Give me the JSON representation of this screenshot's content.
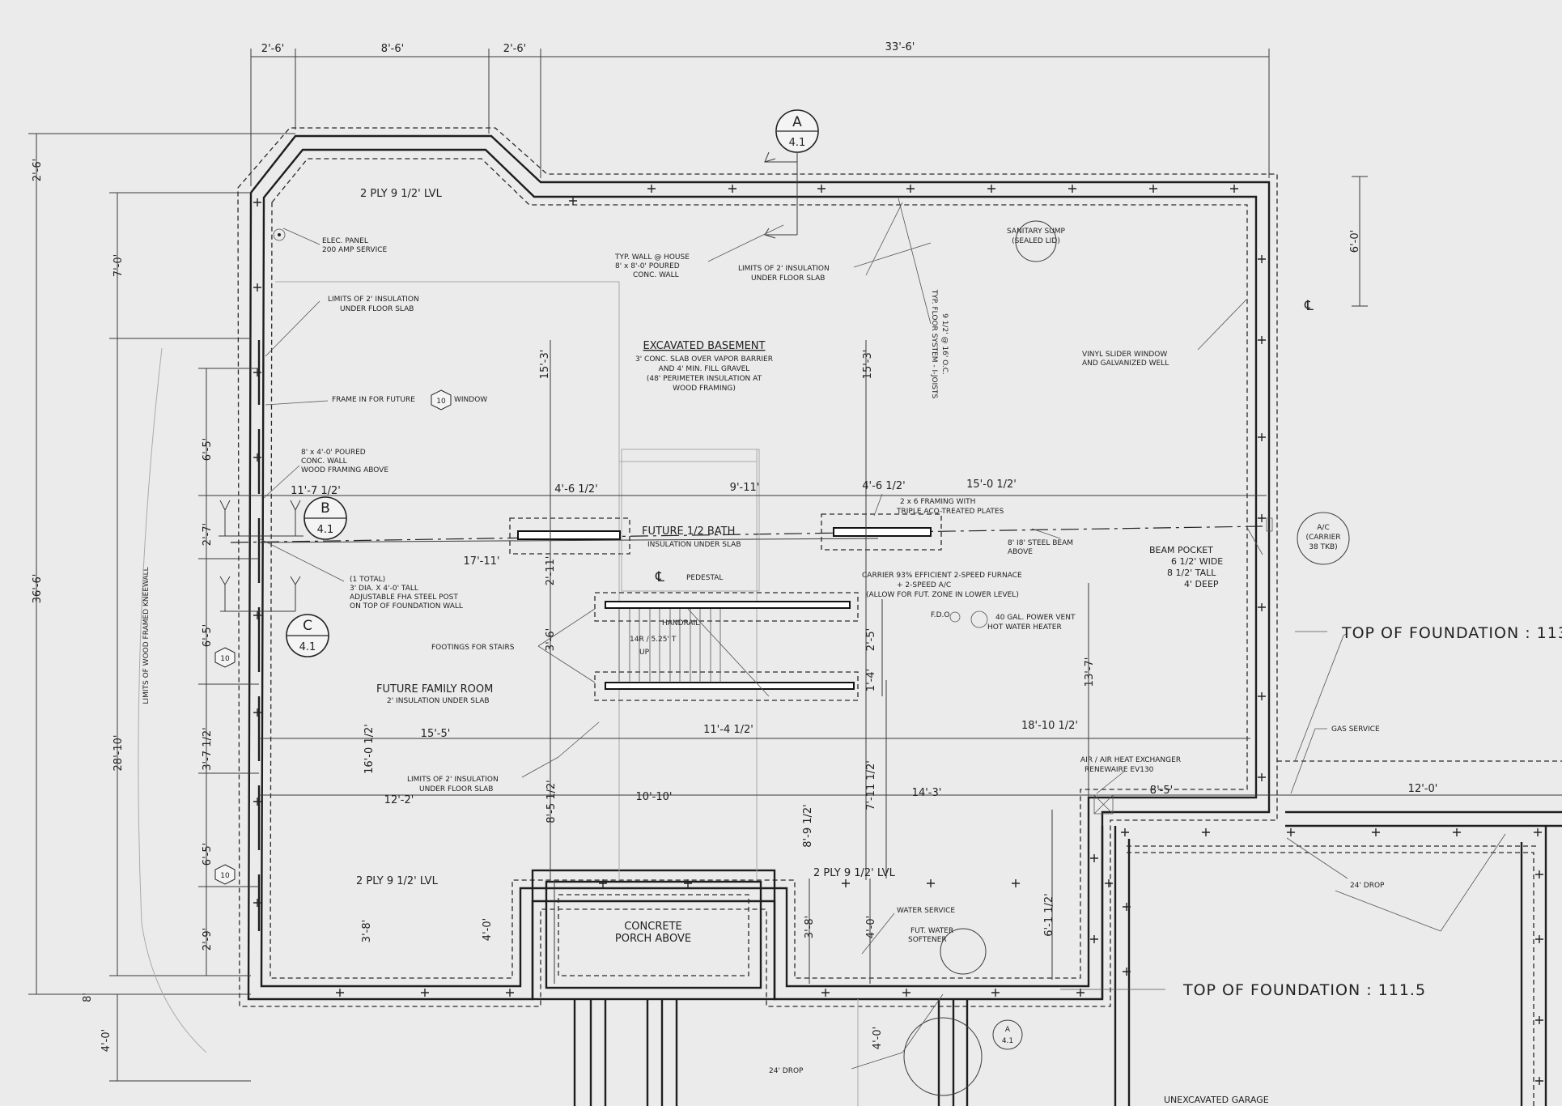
{
  "dimensions": {
    "top_2_6_left": "2'-6'",
    "top_8_6": "8'-6'",
    "top_2_6_right": "2'-6'",
    "overall_width": "33'-6'",
    "left_2_6": "2'-6'",
    "left_7_0": "7'-0'",
    "overall_depth": "36'-6'",
    "left_28_10": "28'-10'",
    "left_6_5_a": "6'-5'",
    "left_2_7": "2'-7'",
    "left_6_5_b": "6'-5'",
    "left_3_7": "3'-7 1/2'",
    "left_6_5_c": "6'-5'",
    "left_2_9": "2'-9'",
    "left_8": "8'",
    "left_4_0": "4'-0'",
    "right_6_0": "6'-0'",
    "row1_11_7": "11'-7 1/2'",
    "row1_4_6": "4'-6 1/2'",
    "row1_9_11": "9'-11'",
    "row1_4_6b": "4'-6 1/2'",
    "row1_15_0": "15'-0 1/2'",
    "row2_17_11": "17'-11'",
    "vert_15_3a": "15'-3'",
    "vert_15_3b": "15'-3'",
    "vert_2_11": "2'-11'",
    "vert_3_6": "3'-6'",
    "vert_2_5": "2'-5'",
    "vert_1_4": "1'-4'",
    "vert_13_7": "13'-7'",
    "vert_16_0": "16'-0 1/2'",
    "row3_15_5": "15'-5'",
    "row3_11_4": "11'-4 1/2'",
    "row3_18_10": "18'-10 1/2'",
    "row4_12_2": "12'-2'",
    "row4_10_10": "10'-10'",
    "row4_14_3": "14'-3'",
    "row4_8_5": "8'-5'",
    "row4_12_0": "12'-0'",
    "vert_8_5": "8'-5 1/2'",
    "vert_7_11": "7'-11 1/2'",
    "vert_8_9": "8'-9 1/2'",
    "vert_4_0a": "4'-0'",
    "vert_3_8a": "3'-8'",
    "vert_3_8b": "3'-8'",
    "vert_4_0b": "4'-0'",
    "vert_6_1": "6'-1 1/2'",
    "vert_4_0c": "4'-0'"
  },
  "labels": {
    "lvl_top": "2 PLY 9 1/2' LVL",
    "lvl_bottom_left": "2 PLY 9 1/2' LVL",
    "lvl_bottom_right": "2 PLY 9 1/2' LVL",
    "elec_panel_1": "ELEC. PANEL",
    "elec_panel_2": "200 AMP SERVICE",
    "insul_left_1": "LIMITS OF 2' INSULATION",
    "insul_left_2": "UNDER FLOOR SLAB",
    "typ_wall_1": "TYP. WALL @ HOUSE",
    "typ_wall_2": "8' x 8'-0' POURED",
    "typ_wall_3": "CONC. WALL",
    "insul_top_1": "LIMITS OF 2' INSULATION",
    "insul_top_2": "UNDER FLOOR SLAB",
    "sump_1": "SANITARY SUMP",
    "sump_2": "(SEALED LID)",
    "excavated": "EXCAVATED BASEMENT",
    "slab_1": "3' CONC. SLAB OVER VAPOR BARRIER",
    "slab_2": "AND 4' MIN. FILL GRAVEL",
    "slab_3": "(48' PERIMETER INSULATION AT",
    "slab_4": "WOOD FRAMING)",
    "floor_sys_1": "TYP. FLOOR SYSTEM - I-JOISTS",
    "floor_sys_2": "9 1/2' @ 16' O.C.",
    "vinyl_1": "VINYL SLIDER WINDOW",
    "vinyl_2": "AND GALVANIZED WELL",
    "frame_future": "FRAME IN FOR FUTURE",
    "window_word": "WINDOW",
    "window_tag": "10",
    "tag_left_a": "10",
    "tag_left_b": "10",
    "poured_1": "8' x 4'-0' POURED",
    "poured_2": "CONC. WALL",
    "poured_3": "WOOD FRAMING ABOVE",
    "framing_1": "2 x 6 FRAMING WITH",
    "framing_2": "TRIPLE ACQ-TREATED PLATES",
    "future_bath": "FUTURE 1/2 BATH",
    "future_bath_sub": "INSULATION UNDER SLAB",
    "steel_beam_1": "8' I8' STEEL BEAM",
    "steel_beam_2": "ABOVE",
    "beam_pocket_1": "BEAM POCKET",
    "beam_pocket_2": "6 1/2' WIDE",
    "beam_pocket_3": "8 1/2' TALL",
    "beam_pocket_4": "4' DEEP",
    "ac_1": "A/C",
    "ac_2": "(CARRIER",
    "ac_3": "38 TKB)",
    "post_1": "(1 TOTAL)",
    "post_2": "3' DIA. X 4'-0' TALL",
    "post_3": "ADJUSTABLE FHA STEEL POST",
    "post_4": "ON TOP OF FOUNDATION WALL",
    "furnace_1": "CARRIER 93% EFFICIENT 2-SPEED FURNACE",
    "furnace_2": "+ 2-SPEED A/C",
    "furnace_3": "(ALLOW FOR FUT. ZONE IN LOWER LEVEL)",
    "fdo": "F.D.O",
    "water_heater_1": "40 GAL. POWER VENT",
    "water_heater_2": "HOT WATER HEATER",
    "pedestal": "PEDESTAL",
    "handrail": "HANDRAIL",
    "stair_count": "14R / 5.25' T",
    "up": "UP",
    "footings": "FOOTINGS FOR STAIRS",
    "family_room": "FUTURE FAMILY ROOM",
    "family_room_sub": "2' INSULATION UNDER SLAB",
    "top_foundation_right": "TOP OF FOUNDATION : 113",
    "gas_service": "GAS SERVICE",
    "insul_bottom_1": "LIMITS OF 2' INSULATION",
    "insul_bottom_2": "UNDER FLOOR SLAB",
    "air_exchanger_1": "AIR / AIR HEAT EXCHANGER",
    "air_exchanger_2": "RENEWAIRE EV130",
    "porch_1": "CONCRETE",
    "porch_2": "PORCH ABOVE",
    "water_service": "WATER SERVICE",
    "softener_1": "FUT. WATER",
    "softener_2": "SOFTENER",
    "drop_right": "24' DROP",
    "drop_bottom": "24' DROP",
    "top_foundation_bottom": "TOP OF FOUNDATION : 111.5",
    "garage": "UNEXCAVATED GARAGE",
    "kneewall": "LIMITS OF WOOD FRAMED KNEEWALL",
    "centerline": "℄"
  },
  "section_markers": {
    "a_letter": "A",
    "a_sheet": "4.1",
    "b_letter": "B",
    "b_sheet": "4.1",
    "c_letter": "C",
    "c_sheet": "4.1",
    "d_letter": "A",
    "d_sheet": "4.1"
  }
}
